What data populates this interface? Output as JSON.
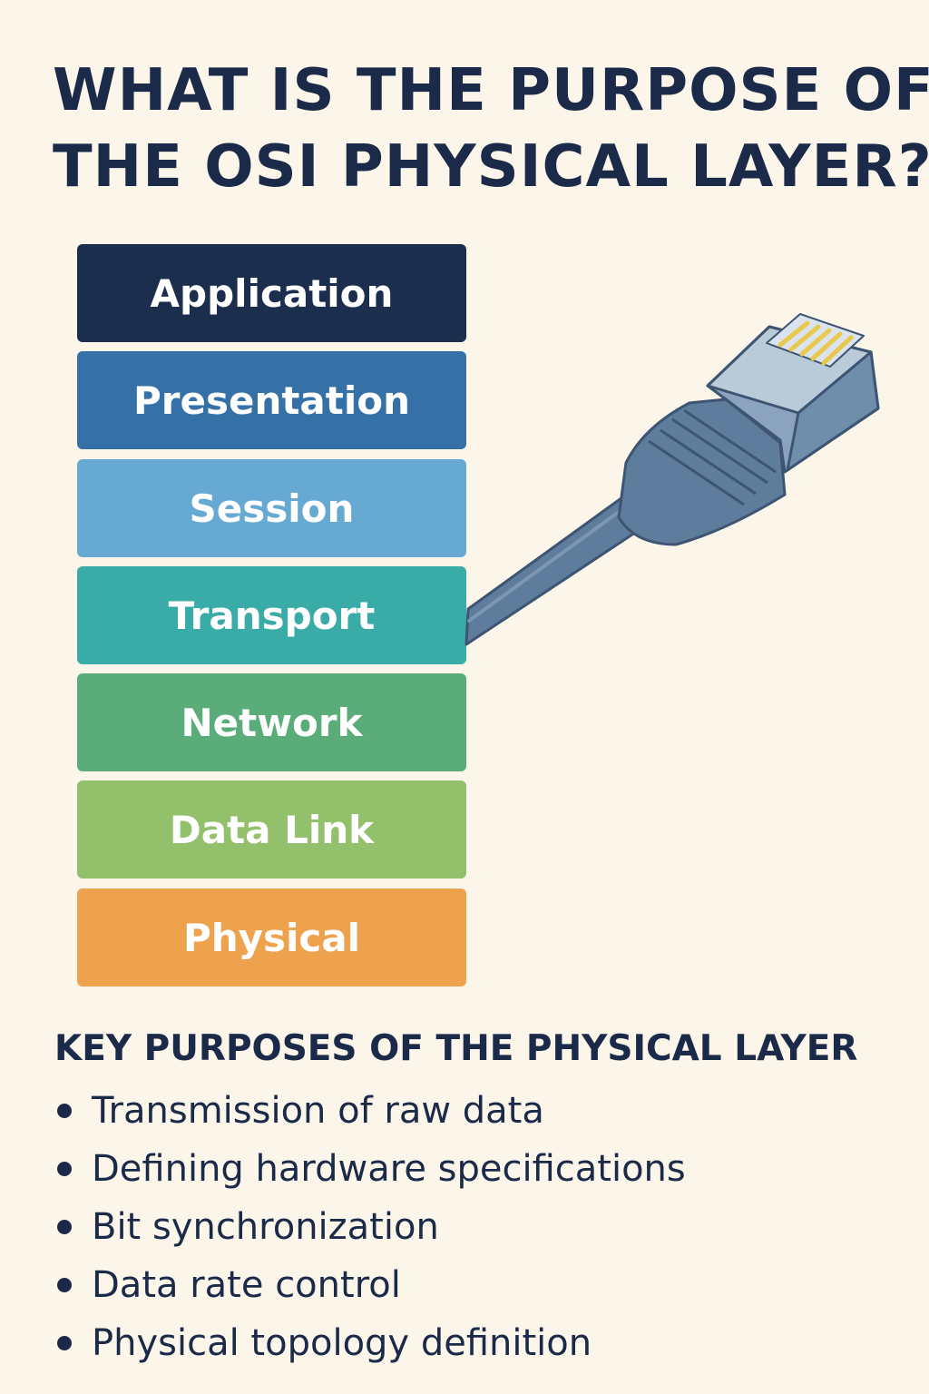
{
  "title": {
    "line1": "WHAT IS THE PURPOSE OF",
    "line2": "THE OSI PHYSICAL LAYER?"
  },
  "layers": [
    {
      "label": "Application",
      "color": "#1b2e4e"
    },
    {
      "label": "Presentation",
      "color": "#3570a6"
    },
    {
      "label": "Session",
      "color": "#66a9d2"
    },
    {
      "label": "Transport",
      "color": "#3aaca8"
    },
    {
      "label": "Network",
      "color": "#5aac78"
    },
    {
      "label": "Data Link",
      "color": "#92c06b"
    },
    {
      "label": "Physical",
      "color": "#eea24e"
    }
  ],
  "cable_icon": "ethernet-rj45-cable-icon",
  "purposes": {
    "heading": "KEY PURPOSES OF THE PHYSICAL LAYER",
    "items": [
      "Transmission of raw data",
      "Defining hardware specifications",
      "Bit synchronization",
      "Data rate control",
      "Physical topology definition"
    ]
  },
  "colors": {
    "background": "#fbf5ea",
    "text": "#1b2a48",
    "cable": "#5e7d9c"
  }
}
